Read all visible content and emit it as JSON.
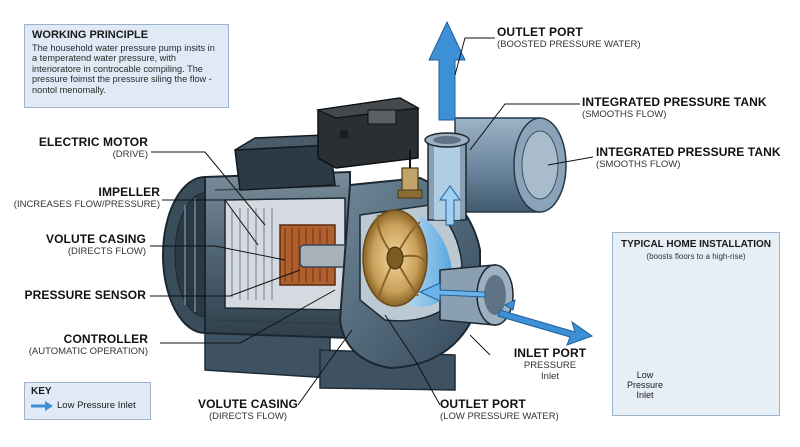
{
  "working_principle": {
    "title": "WORKING PRINCIPLE",
    "body": "The household water pressure pump insits in a temperatend water pressure, with interioratore in controcable compiling. The pressure foimst the pressure siling the flow -nontol menomally."
  },
  "callouts": {
    "electric_motor": {
      "title": "ELECTRIC MOTOR",
      "sub": "(DRIVE)"
    },
    "impeller": {
      "title": "IMPELLER",
      "sub": "(INCREASES FLOW/PRESSURE)"
    },
    "volute_casing_left": {
      "title": "VOLUTE CASING",
      "sub": "(DIRECTS FLOW)"
    },
    "pressure_sensor": {
      "title": "PRESSURE SENSOR",
      "sub": ""
    },
    "controller": {
      "title": "CONTROLLER",
      "sub": "(AUTOMATIC OPERATION)"
    },
    "volute_casing_bottom": {
      "title": "VOLUTE CASING",
      "sub": "(DIRECTS FLOW)"
    },
    "outlet_port_bottom": {
      "title": "OUTLET PORT",
      "sub": "(LOW PRESSURE WATER)"
    },
    "outlet_port_top": {
      "title": "OUTLET PORT",
      "sub": "(BOOSTED PRESSURE WATER)"
    },
    "integrated_tank_1": {
      "title": "INTEGRATED PRESSURE TANK",
      "sub": "(SMOOTHS FLOW)"
    },
    "integrated_tank_2": {
      "title": "INTEGRATED PRESSURE TANK",
      "sub": "(SMOOTHS FLOW)"
    },
    "inlet_port": {
      "title": "INLET PORT",
      "sub1": "PRESSURE",
      "sub2": "Inlet"
    }
  },
  "key": {
    "title": "KEY",
    "item": "Low Pressure Inlet"
  },
  "home_installation": {
    "title": "TYPICAL HOME INSTALLATION",
    "sub": "(boosts floors to a high-rise)",
    "low_label_1": "Low",
    "low_label_2": "Pressure",
    "low_label_3": "Inlet"
  },
  "colors": {
    "flow_blue": "#3d8fd6",
    "panel_blue": "#dfeaf6",
    "pump_body": "#4d6475",
    "impeller_bronze": "#c9a15a",
    "copper": "#b0602e"
  }
}
